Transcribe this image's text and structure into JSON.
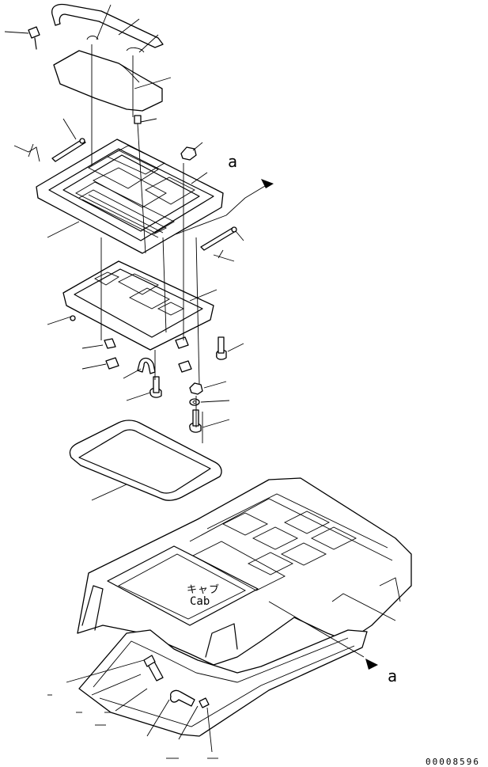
{
  "diagram": {
    "reference_top": "a",
    "reference_bottom": "a",
    "cab_label_jp": "キャブ",
    "cab_label_en": "Cab",
    "drawing_number": "00008596"
  }
}
